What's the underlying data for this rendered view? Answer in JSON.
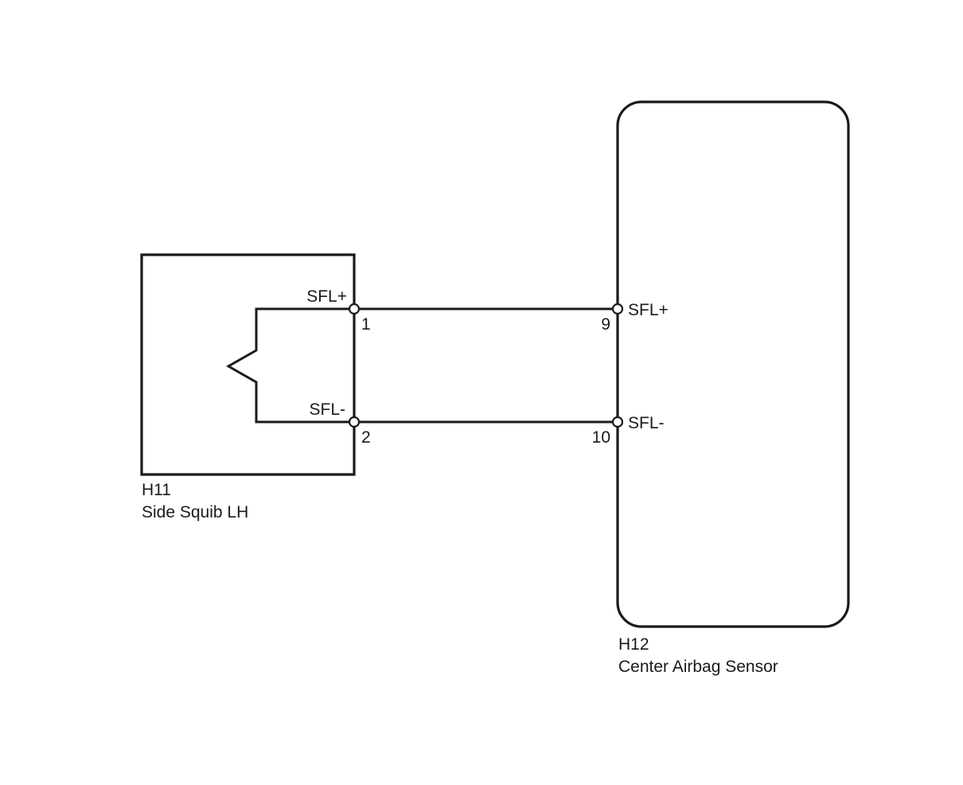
{
  "components": {
    "squib": {
      "code": "H11",
      "name": "Side Squib LH"
    },
    "sensor": {
      "code": "H12",
      "name": "Center Airbag Sensor"
    }
  },
  "circuits": [
    {
      "signal": "SFL+",
      "squib_pin": "1",
      "sensor_pin": "9"
    },
    {
      "signal": "SFL-",
      "squib_pin": "2",
      "sensor_pin": "10"
    }
  ],
  "colors": {
    "line": "#1a1a1a",
    "background": "#ffffff"
  }
}
